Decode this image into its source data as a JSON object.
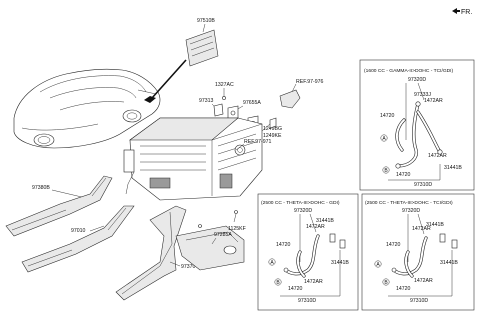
{
  "direction_label": "FR.",
  "labels": {
    "p97510B": "97510B",
    "p1327AC": "1327AC",
    "p97313": "97313",
    "p97655A": "97655A",
    "ref_97976": "REF.97-976",
    "p1249BG": "1249BG",
    "p1249KE": "1249KE",
    "ref_97971": "REF.97-971",
    "p97380B": "97380B",
    "p97010": "97010",
    "p1125KF": "1125KF",
    "p97285A": "97285A",
    "p97370": "97370"
  },
  "inset_top": {
    "header": "(1600 CC - GAMMA-II>DOHC - TCI/GDI)",
    "labels": [
      "97320D",
      "97333J",
      "1472AR",
      "14720",
      "1472AR",
      "31441B",
      "14720",
      "97310D"
    ],
    "callouts": [
      "A",
      "B"
    ]
  },
  "inset_left": {
    "header": "(2500 CC - THETA-III>DOHC - GDI)",
    "labels": [
      "97320D",
      "31441B",
      "1472AR",
      "14720",
      "31441B",
      "14720",
      "1472AR",
      "97310D"
    ],
    "callouts": [
      "A",
      "B"
    ]
  },
  "inset_right": {
    "header": "(2500 CC - THETA-III>DOHC - TCI/GDI)",
    "labels": [
      "97320D",
      "1472AR",
      "14720",
      "31441B",
      "31441B",
      "14720",
      "1472AR",
      "97310D"
    ],
    "callouts": [
      "A",
      "B"
    ]
  }
}
